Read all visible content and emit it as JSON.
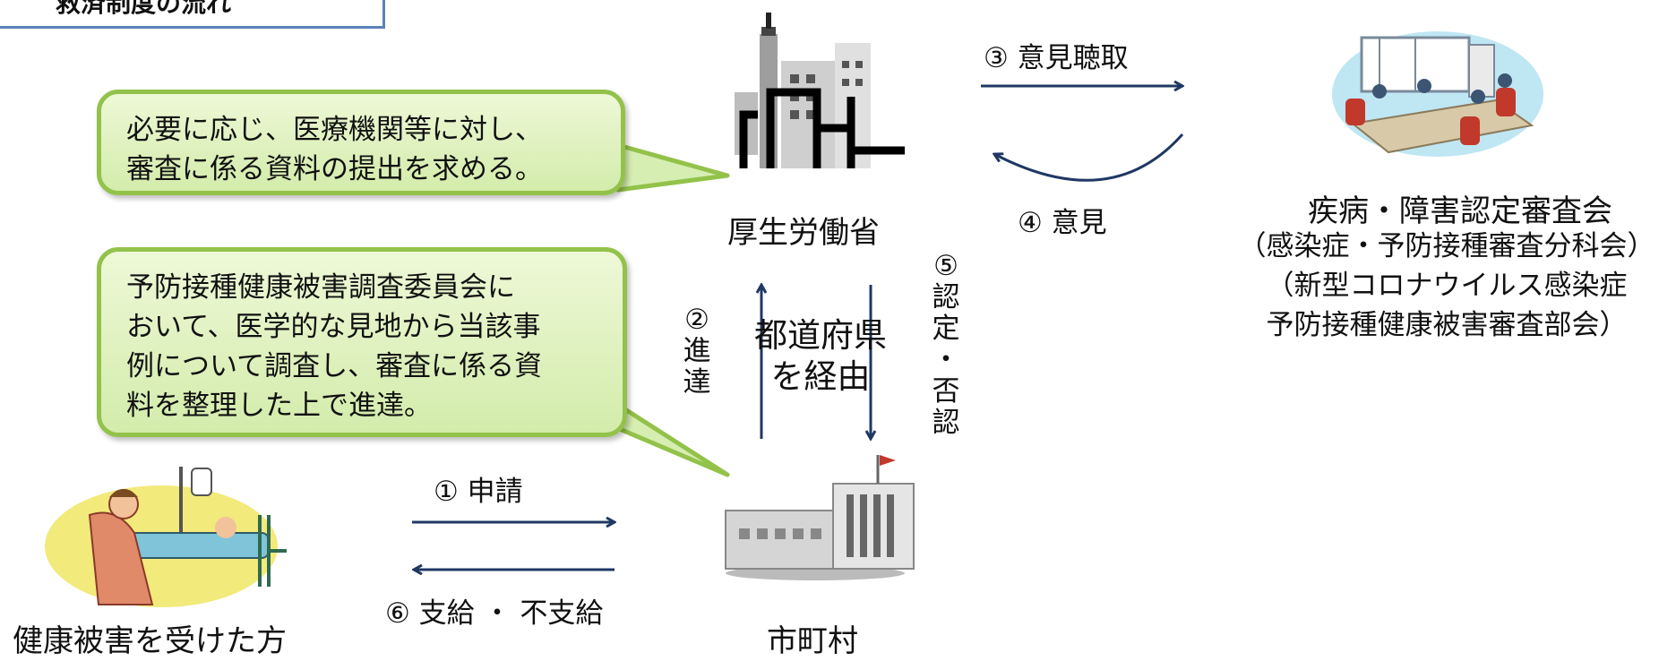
{
  "title": "救済制度の流れ",
  "callouts": {
    "ministry_note": [
      "必要に応じ、医療機関等に対し、",
      "審査に係る資料の提出を求める。"
    ],
    "committee_note": [
      "予防接種健康被害調査委員会に",
      "おいて、医学的な見地から当該事",
      "例について調査し、審査に係る資",
      "料を整理した上で進達。"
    ]
  },
  "nodes": {
    "ministry": "厚生労働省",
    "council": {
      "title": "疾病・障害認定審査会",
      "sub1": "（感染症・予防接種審査分科会）",
      "sub2": "（新型コロナウイルス感染症",
      "sub3": "予防接種健康被害審査部会）"
    },
    "municipality": "市町村",
    "applicant": "健康被害を受けた方",
    "prefecture": [
      "都道府県",
      "を経由"
    ]
  },
  "steps": {
    "s1": "① 申請",
    "s2": {
      "num": "②",
      "chars": [
        "進",
        "達"
      ]
    },
    "s3": "③ 意見聴取",
    "s4": "④ 意見",
    "s5": {
      "num": "⑤",
      "chars": [
        "認",
        "定",
        "・",
        "否",
        "認"
      ]
    },
    "s6": "⑥ 支給 ・ 不支給"
  },
  "icons": {
    "ministry": "office-buildings-icon",
    "council": "meeting-room-icon",
    "municipality": "town-hall-icon",
    "applicant": "patient-bed-icon"
  },
  "colors": {
    "arrow": "#1f3864",
    "callout_border": "#93c24a",
    "title_border": "#5a82b8"
  }
}
